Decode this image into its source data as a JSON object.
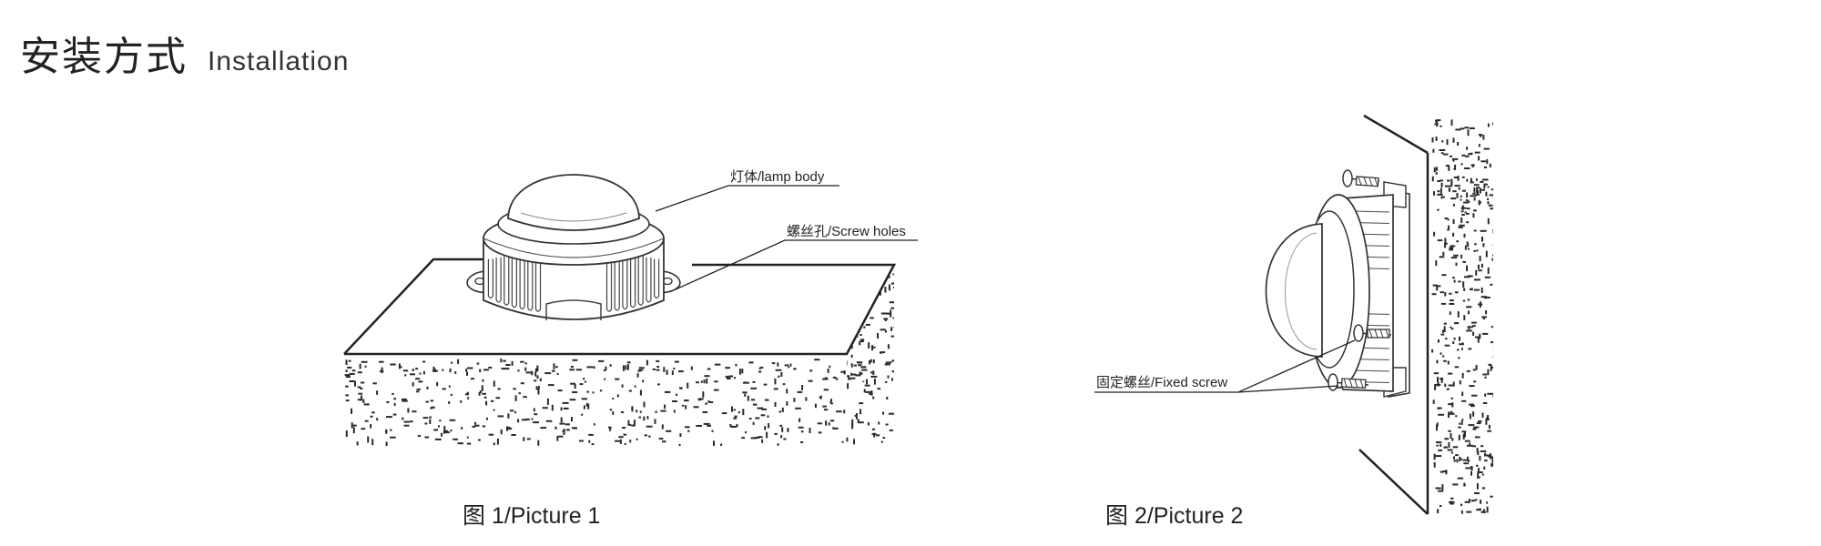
{
  "title": {
    "cn": "安装方式",
    "en": "Installation"
  },
  "figures": [
    {
      "caption": "图 1/Picture 1",
      "callouts": {
        "lamp_body": "灯体/lamp body",
        "screw_holes": "螺丝孔/Screw holes"
      }
    },
    {
      "caption": "图 2/Picture 2",
      "callouts": {
        "fixed_screw": "固定螺丝/Fixed screw"
      }
    }
  ]
}
